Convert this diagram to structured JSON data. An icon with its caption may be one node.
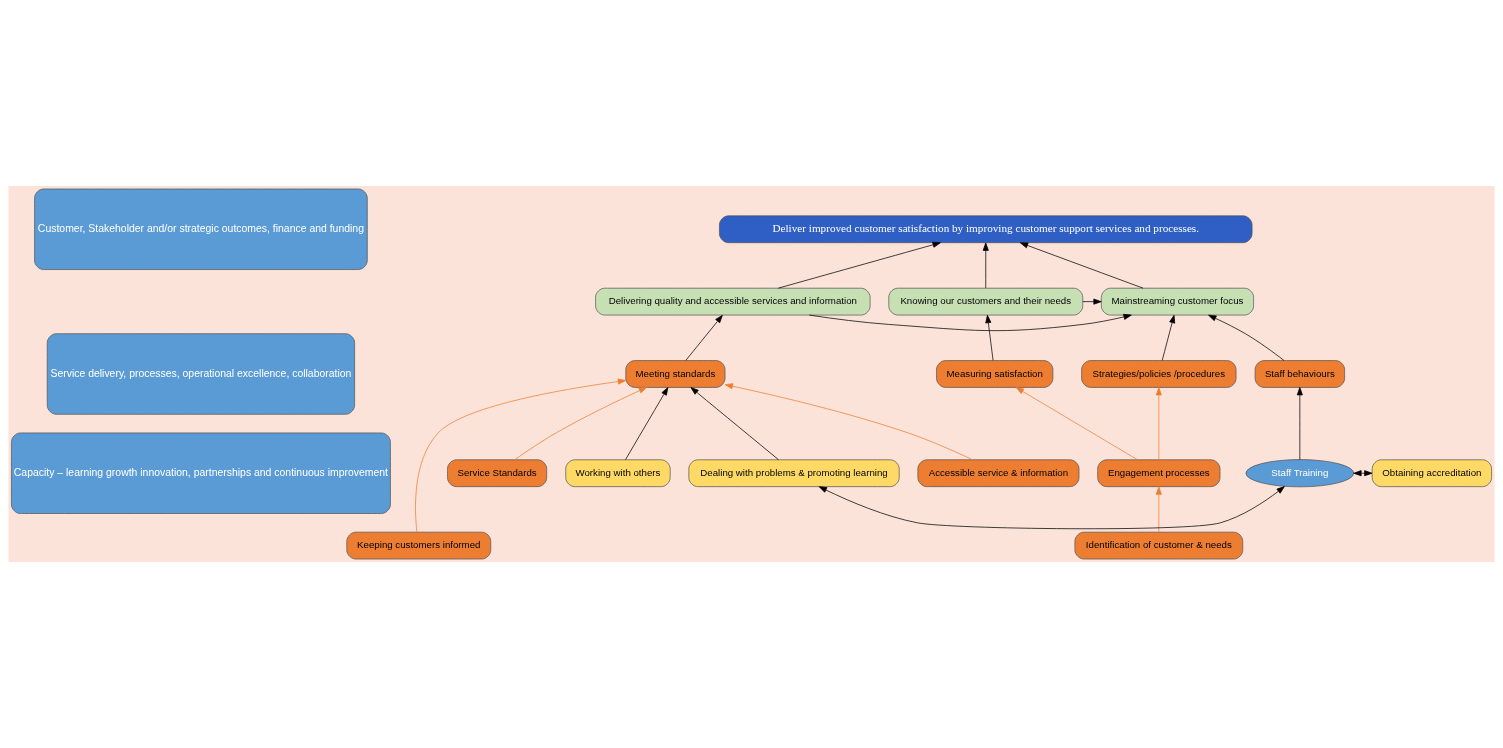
{
  "diagram": {
    "nodes": [
      {
        "text": [
          "Customer, Stakeholder and/or strategic outcomes, finance and funding"
        ]
      },
      {
        "text": [
          "Service delivery, processes, operational excellence, collaboration"
        ]
      },
      {
        "text": [
          "Capacity – learning growth innovation, partnerships and continuous improvement"
        ]
      },
      {
        "text": [
          "Deliver improved customer satisfaction by improving customer support services and processes."
        ]
      },
      {
        "text": [
          "Knowing our customers and their needs"
        ]
      },
      {
        "text": [
          "Mainstreaming customer focus"
        ]
      },
      {
        "text": [
          "Delivering quality and accessible services and information"
        ]
      },
      {
        "text": [
          "Measuring satisfaction"
        ]
      },
      {
        "text": [
          "Engagement processes"
        ]
      },
      {
        "text": [
          "Identification of customer & needs"
        ]
      },
      {
        "text": [
          "Strategies/policies /procedures"
        ]
      },
      {
        "text": [
          "Staff behaviours"
        ]
      },
      {
        "text": [
          "Meeting standards"
        ]
      },
      {
        "text": [
          "Accessible service & information"
        ]
      },
      {
        "text": [
          "Keeping customers informed"
        ]
      },
      {
        "text": [
          "Service Standards"
        ]
      },
      {
        "text": [
          "Obtaining accreditation"
        ]
      },
      {
        "text": [
          "Staff Training"
        ]
      },
      {
        "text": [
          "Dealing with problems & promoting learning"
        ]
      },
      {
        "text": [
          "Working with others"
        ]
      }
    ],
    "edges": [
      {
        "from": 4,
        "to": 3,
        "arrow": "to"
      },
      {
        "from": 5,
        "to": 3,
        "arrow": "to"
      },
      {
        "from": 6,
        "to": 3,
        "arrow": "to"
      },
      {
        "from": 4,
        "to": 5,
        "arrow": "to"
      },
      {
        "from": 6,
        "to": 5,
        "arrow": "to"
      },
      {
        "from": 7,
        "to": 4,
        "arrow": "to"
      },
      {
        "from": 10,
        "to": 5,
        "arrow": "to"
      },
      {
        "from": 11,
        "to": 5,
        "arrow": "to"
      },
      {
        "from": 12,
        "to": 6,
        "arrow": "to"
      },
      {
        "from": 8,
        "to": 7,
        "arrow": "to",
        "color": "#ed7d31"
      },
      {
        "from": 9,
        "to": 8,
        "arrow": "to",
        "color": "#ed7d31"
      },
      {
        "from": 8,
        "to": 10,
        "arrow": "to",
        "color": "#ed7d31"
      },
      {
        "from": 17,
        "to": 11,
        "arrow": "to"
      },
      {
        "from": 18,
        "to": 12,
        "arrow": "to"
      },
      {
        "from": 19,
        "to": 12,
        "arrow": "to"
      },
      {
        "from": 13,
        "to": 12,
        "arrow": "to",
        "color": "#ed7d31"
      },
      {
        "from": 14,
        "to": 12,
        "arrow": "to",
        "color": "#ed7d31"
      },
      {
        "from": 15,
        "to": 12,
        "arrow": "to",
        "color": "#ed7d31"
      },
      {
        "from": 16,
        "to": 17,
        "arrow": "both"
      },
      {
        "from": 17,
        "to": 18,
        "arrow": "both"
      }
    ]
  }
}
